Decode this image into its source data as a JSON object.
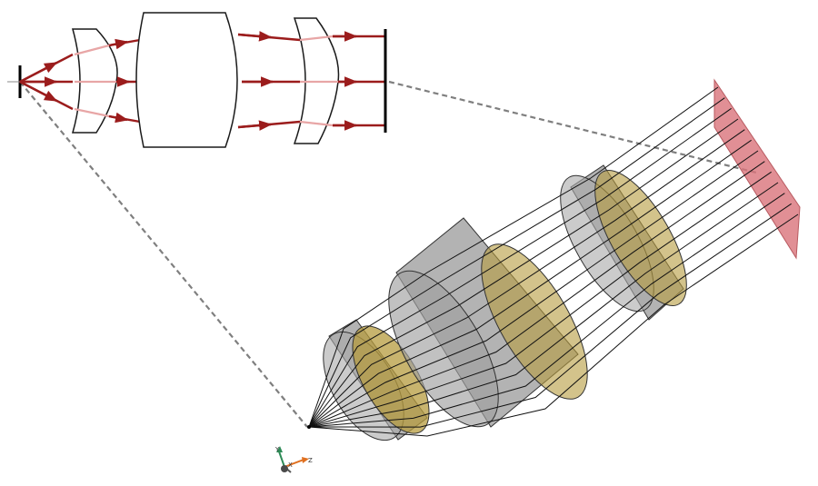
{
  "colors": {
    "background": "#ffffff",
    "ray_2d": "#9b1c1c",
    "ray_2d_inside_lens": "#e8a6a6",
    "lens_outline": "#1a1a1a",
    "lens_2d_inner_edge": "#8a8a8a",
    "leader_dashed": "#7f7f7f",
    "lens_body_gray": "#9a9a9a",
    "lens_face_gold": "#b59b3e",
    "image_plane": "#d9737a",
    "ray_3d": "#111111",
    "axis_y": "#2e8b57",
    "axis_z": "#e07020",
    "axis_x": "#555555"
  },
  "triad": {
    "y_label": "Y",
    "x_label": "X",
    "z_label": "Z"
  },
  "icons": {
    "source_point_2d": "source-point-icon",
    "image_plane_2d": "image-plane-icon",
    "axis_triad": "axis-triad-icon"
  }
}
